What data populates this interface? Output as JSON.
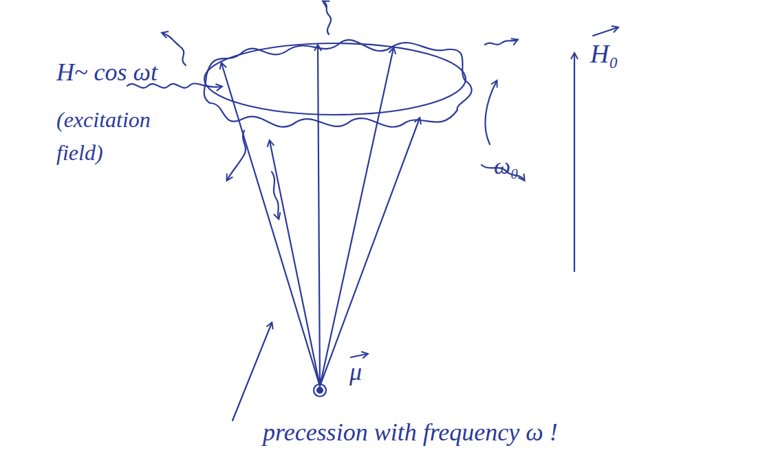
{
  "diagram": {
    "labels": [
      "H~ cos ωt",
      "(excitation field)",
      "ω₀",
      "H₀",
      "μ",
      "precession with frequency ω !"
    ]
  }
}
